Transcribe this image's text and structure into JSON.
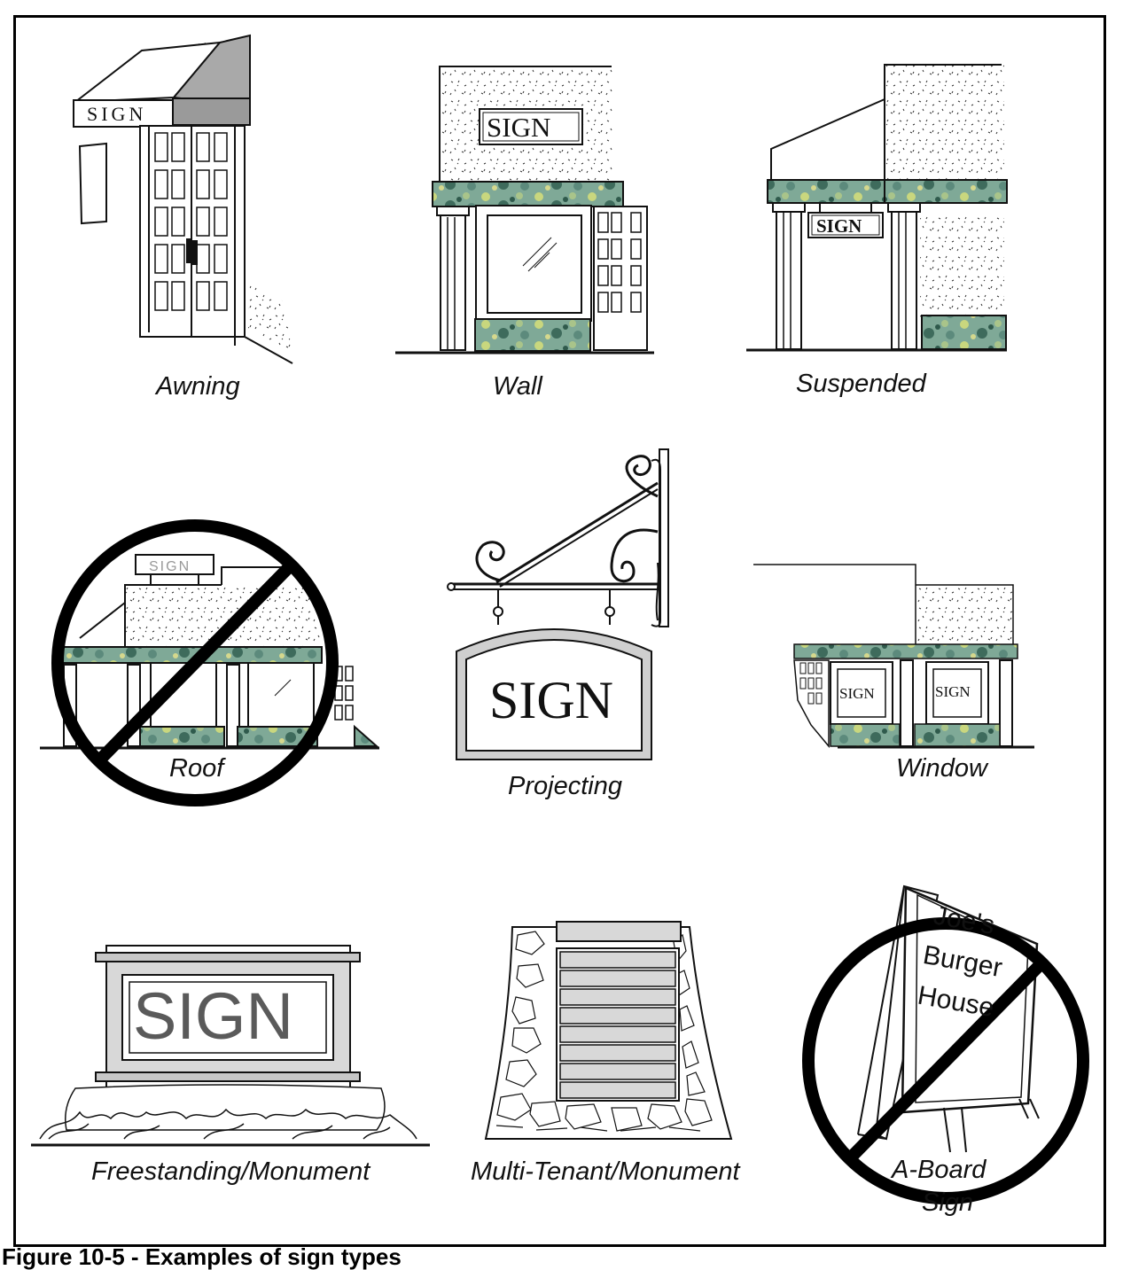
{
  "colors": {
    "ink": "#111111",
    "marble_base": "#7fa997",
    "marble_dark": "#3e6b5c",
    "marble_light": "#c9d77e",
    "awning_gray": "#a9a9a9",
    "sign_gray": "#5a5a5a",
    "panel_gray": "#d4d4d4",
    "prohibit_black": "#000000"
  },
  "figure": {
    "caption": "Figure 10-5 - Examples of sign types"
  },
  "panels": {
    "awning": {
      "label": "Awning",
      "sign_text": "SIGN"
    },
    "wall": {
      "label": "Wall",
      "sign_text": "SIGN"
    },
    "suspended": {
      "label": "Suspended",
      "sign_text": "SIGN"
    },
    "roof": {
      "label": "Roof",
      "sign_text": "SIGN",
      "prohibited": true
    },
    "projecting": {
      "label": "Projecting",
      "sign_text": "SIGN"
    },
    "window": {
      "label": "Window",
      "sign_texts": [
        "SIGN",
        "SIGN"
      ]
    },
    "freestanding": {
      "label": "Freestanding/Monument",
      "sign_text": "SIGN"
    },
    "multi_tenant": {
      "label": "Multi-Tenant/Monument"
    },
    "a_board": {
      "label": "A-Board Sign",
      "label_line1": "A-Board",
      "label_line2": "Sign",
      "board_lines": [
        "Joe's",
        "Burger",
        "House"
      ],
      "prohibited": true
    }
  },
  "icons": [
    "awning-sign-icon",
    "wall-sign-icon",
    "suspended-sign-icon",
    "roof-sign-icon",
    "projecting-sign-icon",
    "window-sign-icon",
    "monument-sign-icon",
    "multi-tenant-sign-icon",
    "a-board-sign-icon",
    "prohibited-icon"
  ]
}
